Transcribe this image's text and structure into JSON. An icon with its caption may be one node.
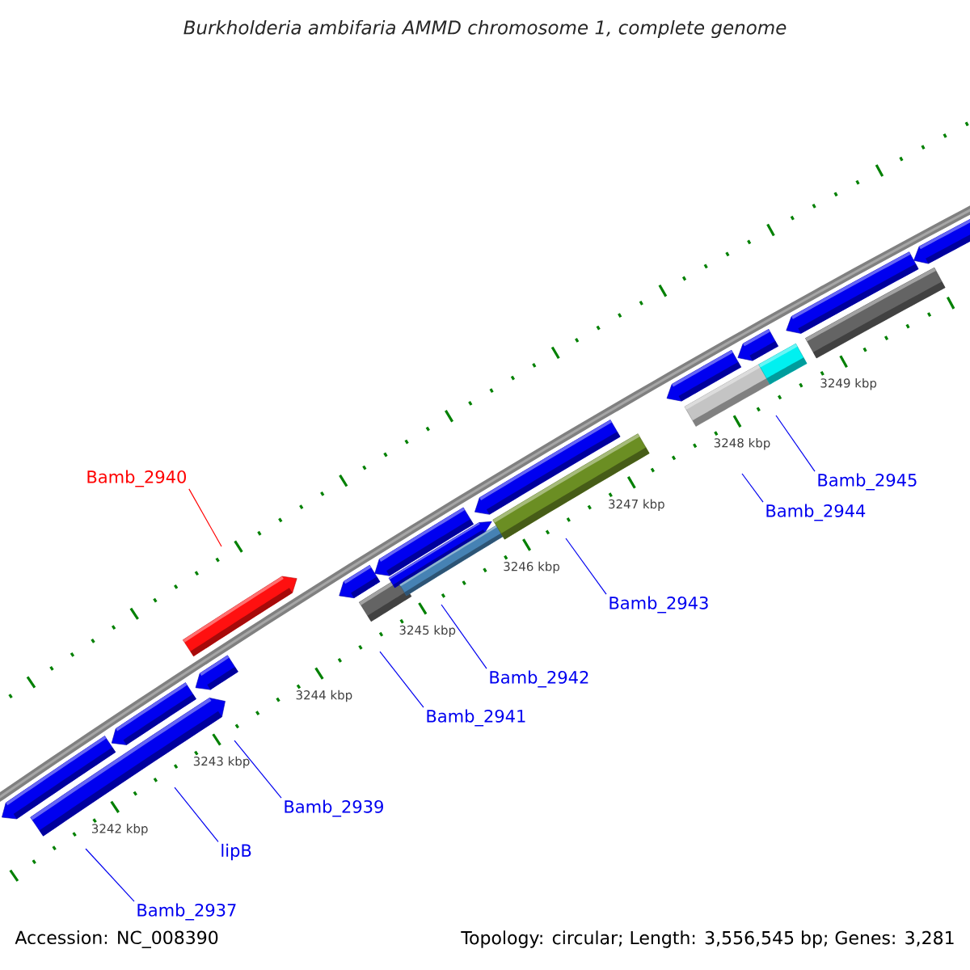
{
  "diagram": {
    "title": "Burkholderia ambifaria AMMD chromosome 1, complete genome",
    "nodes": [
      {
        "text": [
          "Bamb_2937"
        ]
      },
      {
        "text": [
          "lipB"
        ]
      },
      {
        "text": [
          "Bamb_2939"
        ]
      },
      {
        "text": [
          "Bamb_2940"
        ]
      },
      {
        "text": [
          "Bamb_2941"
        ]
      },
      {
        "text": [
          "Bamb_2942"
        ]
      },
      {
        "text": [
          "Bamb_2943"
        ]
      },
      {
        "text": [
          "Bamb_2944"
        ]
      },
      {
        "text": [
          "Bamb_2945"
        ]
      }
    ],
    "edges": [
      {
        "from": 0,
        "to": null,
        "arrow": "none"
      },
      {
        "from": 1,
        "to": null,
        "arrow": "none"
      },
      {
        "from": 2,
        "to": null,
        "arrow": "none"
      },
      {
        "from": 3,
        "to": null,
        "arrow": "none",
        "color": "#ff0000"
      },
      {
        "from": 4,
        "to": null,
        "arrow": "none"
      },
      {
        "from": 5,
        "to": null,
        "arrow": "none"
      },
      {
        "from": 6,
        "to": null,
        "arrow": "none"
      },
      {
        "from": 7,
        "to": null,
        "arrow": "none"
      },
      {
        "from": 8,
        "to": null,
        "arrow": "none"
      }
    ],
    "labels": [
      "3242 kbp",
      "3243 kbp",
      "3244 kbp",
      "3245 kbp",
      "3246 kbp",
      "3247 kbp",
      "3248 kbp",
      "3249 kbp",
      "Accession: NC_008390",
      "Topology: circular; Length: 3,556,545 bp; Genes: 3,281"
    ]
  }
}
